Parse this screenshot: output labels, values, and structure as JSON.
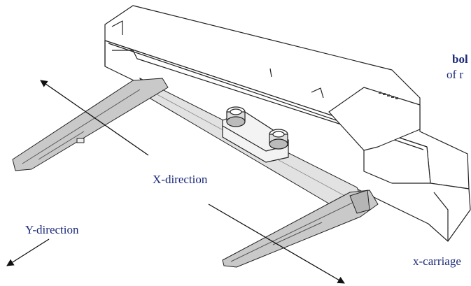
{
  "colors": {
    "label": "#1b2a7a",
    "line": "#222222",
    "rail": "#c9c9c9",
    "beam": "#e2e2e2"
  },
  "icons": {
    "device": "plotter-device-illustration",
    "arrow": "direction-arrow"
  },
  "labels": {
    "x_direction": "X-direction",
    "y_direction": "Y-direction",
    "x_carriage": "x-carriage",
    "bold_note": "bol",
    "of_note": "of r"
  }
}
